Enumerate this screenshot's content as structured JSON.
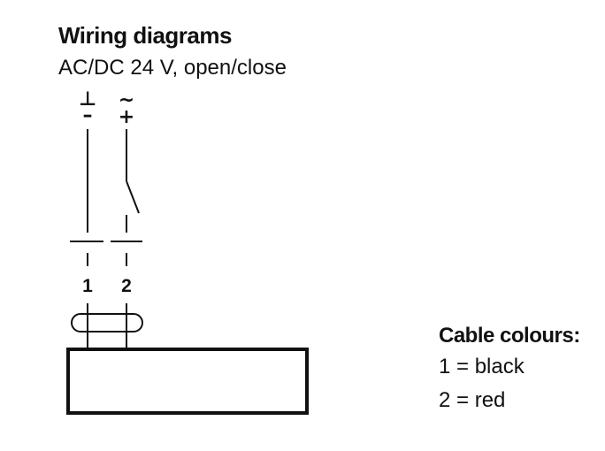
{
  "title": "Wiring diagrams",
  "subtitle": "AC/DC 24 V, open/close",
  "terminals": [
    {
      "number": "1",
      "supply_symbol": "⊥",
      "polarity": "–"
    },
    {
      "number": "2",
      "supply_symbol": "~",
      "polarity": "+"
    }
  ],
  "legend": {
    "title": "Cable colours:",
    "items": [
      "1 = black",
      "2 = red"
    ]
  },
  "colors": {
    "line": "#111111",
    "background": "#ffffff"
  }
}
